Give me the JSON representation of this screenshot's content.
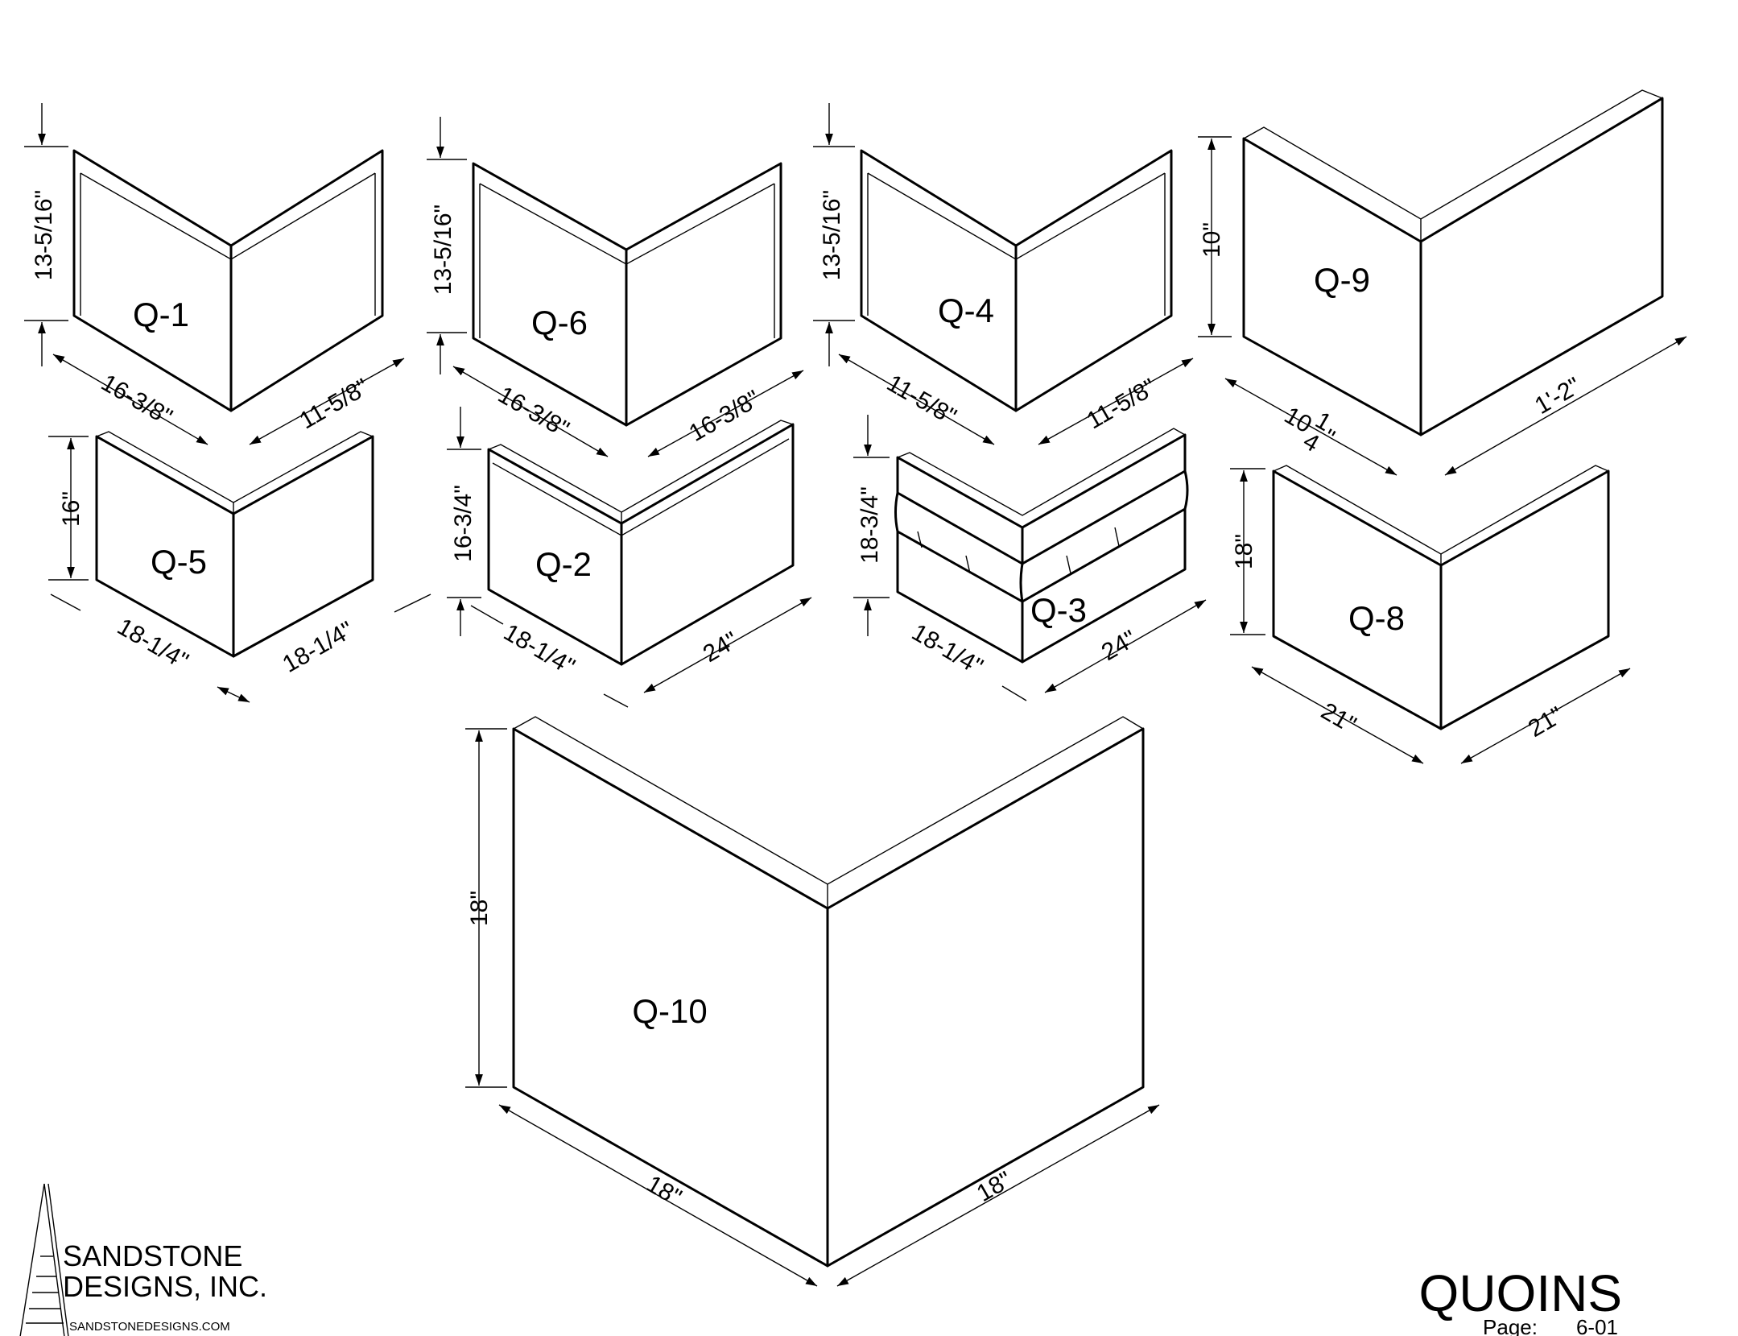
{
  "quoins": [
    {
      "id": "q1",
      "label": "Q-1",
      "height": "13-5/16\"",
      "left_length": "16-3/8\"",
      "right_length": "11-5/8\""
    },
    {
      "id": "q6",
      "label": "Q-6",
      "height": "13-5/16\"",
      "left_length": "16-3/8\"",
      "right_length": "16-3/8\""
    },
    {
      "id": "q4",
      "label": "Q-4",
      "height": "13-5/16\"",
      "left_length": "11-5/8\"",
      "right_length": "11-5/8\""
    },
    {
      "id": "q9",
      "label": "Q-9",
      "height": "10\"",
      "left_length_whole": "10",
      "left_length_num": "1",
      "left_length_den": "4",
      "left_length_unit": "\"",
      "right_length": "1'-2\""
    },
    {
      "id": "q5",
      "label": "Q-5",
      "height": "16\"",
      "left_length": "18-1/4\"",
      "right_length": "18-1/4\""
    },
    {
      "id": "q2",
      "label": "Q-2",
      "height": "16-3/4\"",
      "left_length": "18-1/4\"",
      "right_length": "24\""
    },
    {
      "id": "q3",
      "label": "Q-3",
      "height": "18-3/4\"",
      "left_length": "18-1/4\"",
      "right_length": "24\""
    },
    {
      "id": "q8",
      "label": "Q-8",
      "height": "18\"",
      "left_length": "21\"",
      "right_length": "21\""
    },
    {
      "id": "q10",
      "label": "Q-10",
      "height": "18\"",
      "left_length": "18\"",
      "right_length": "18\""
    }
  ],
  "title_block": {
    "title": "QUOINS",
    "page_label": "Page:",
    "page_number": "6-01"
  },
  "logo": {
    "line1": "SANDSTONE",
    "line2": "DESIGNS, INC.",
    "url": "SANDSTONEDESIGNS.COM"
  }
}
